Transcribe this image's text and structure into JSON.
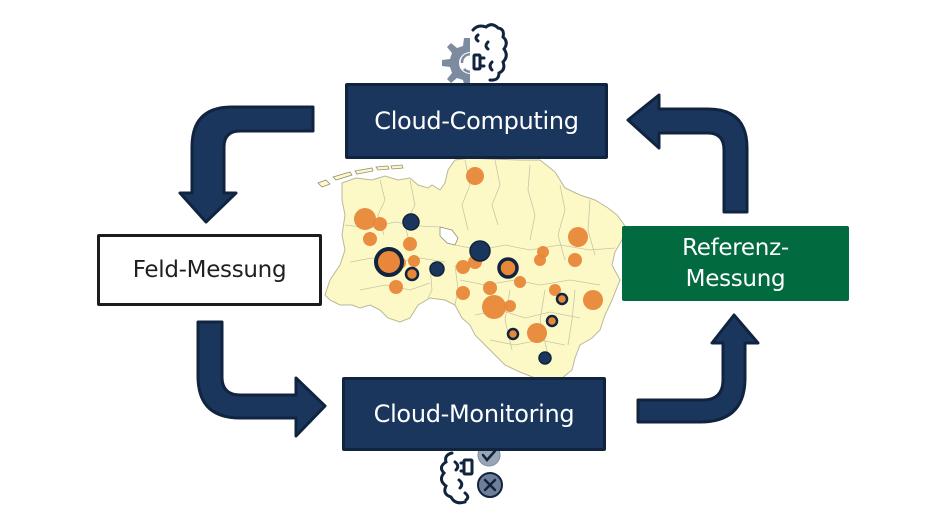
{
  "title": "Cloud-based measurement cycle",
  "nodes": {
    "cloud_computing": {
      "label": "Cloud-Computing"
    },
    "feld_messung": {
      "label": "Feld-Messung"
    },
    "referenz_messung": {
      "label": "Referenz-\nMessung",
      "line1": "Referenz-",
      "line2": "Messung"
    },
    "cloud_monitoring": {
      "label": "Cloud-Monitoring"
    }
  },
  "arrows": [
    {
      "from": "Cloud-Computing",
      "to": "Feld-Messung",
      "direction": "down-left"
    },
    {
      "from": "Feld-Messung",
      "to": "Cloud-Monitoring",
      "direction": "down-right"
    },
    {
      "from": "Cloud-Monitoring",
      "to": "Referenz-Messung",
      "direction": "right-up"
    },
    {
      "from": "Referenz-Messung",
      "to": "Cloud-Computing",
      "direction": "up-left"
    }
  ],
  "icons": {
    "top": "gear-brain-chip-icon",
    "bottom": "brain-chip-check-cross-icon"
  },
  "map": {
    "region": "Lower Saxony districts map",
    "legend_semantics": {
      "orange": "field measurement location",
      "navy": "reference measurement location",
      "orange_with_navy_ring": "co-located field and reference measurement"
    }
  },
  "colors": {
    "navy": "#1a365d",
    "navy_border": "#10243f",
    "green": "#026a3f",
    "map_fill": "#fdf9c7",
    "map_border": "#b9b89a",
    "orange": "#e8873a",
    "icon_gray": "#7c8ba0",
    "white": "#ffffff",
    "black": "#1c1c1c"
  }
}
